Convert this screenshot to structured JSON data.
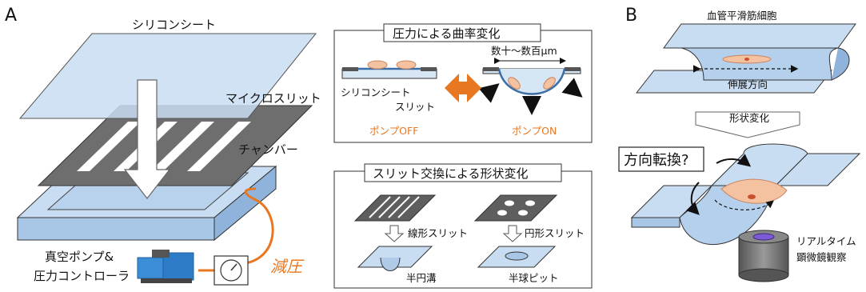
{
  "panel_a": {
    "letter": "A",
    "silicone_sheet": "シリコンシート",
    "micro_slit": "マイクロスリット",
    "chamber": "チャンバー",
    "pump_line1": "真空ポンプ&",
    "pump_line2": "圧力コントローラ",
    "decompression": "減圧",
    "colors": {
      "accent": "#E87722",
      "sheet": "#C9DDF2",
      "slit": "#6E6E6E"
    }
  },
  "box1": {
    "title": "圧力による曲率変化",
    "dimension": "数十～数百μm",
    "silicone_sheet": "シリコンシート",
    "slit": "スリット",
    "pump_off": "ポンプOFF",
    "pump_on": "ポンプON"
  },
  "box2": {
    "title": "スリット交換による形状変化",
    "linear_slit": "線形スリット",
    "circular_slit": "円形スリット",
    "half_groove": "半円溝",
    "hemisphere_pit": "半球ピット"
  },
  "panel_b": {
    "letter": "B",
    "vsmc": "血管平滑筋細胞",
    "stretch_direction": "伸展方向",
    "shape_change": "形状変化",
    "direction_switch": "方向転換?",
    "realtime_line1": "リアルタイム",
    "realtime_line2": "顕微鏡観察"
  }
}
